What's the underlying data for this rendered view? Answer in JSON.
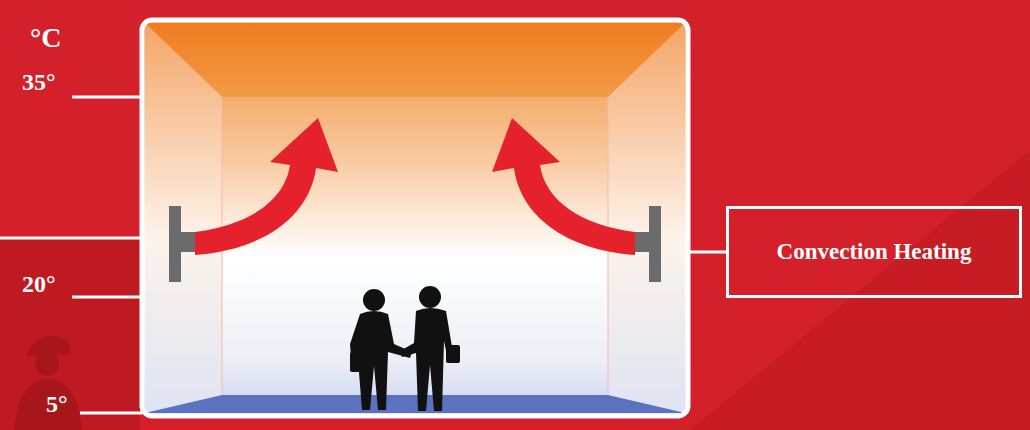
{
  "diagram": {
    "nodes": [
      {
        "text": [
          "Convection Heating"
        ]
      }
    ],
    "labels": [
      "°C",
      "35°",
      "20°",
      "5°"
    ]
  }
}
